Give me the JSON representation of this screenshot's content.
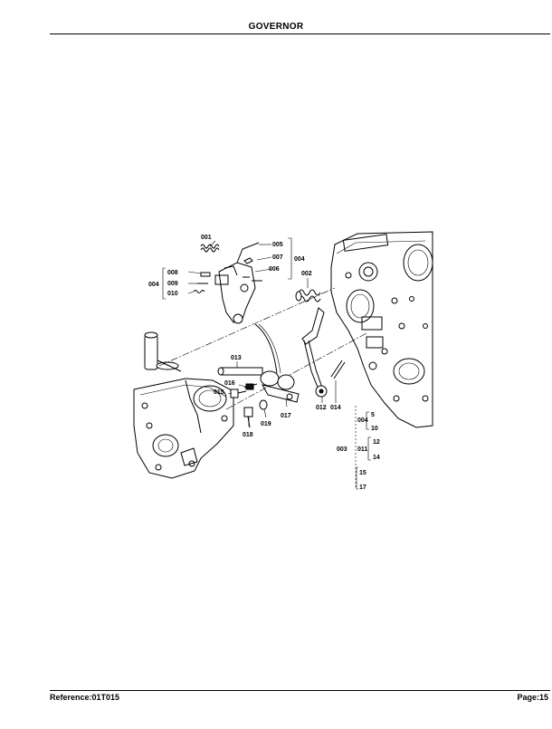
{
  "header": {
    "title": "GOVERNOR"
  },
  "footer": {
    "reference": "Reference:01T015",
    "page": "Page:15"
  },
  "callouts": {
    "c001": "001",
    "c002": "002",
    "c004": "004",
    "c004b": "004",
    "c005": "005",
    "c006": "006",
    "c007": "007",
    "c008": "008",
    "c009": "009",
    "c010": "010",
    "c012": "012",
    "c013": "013",
    "c014": "014",
    "c015": "015",
    "c016": "016",
    "c017": "017",
    "c018": "018",
    "c019": "019"
  },
  "legend": {
    "g1_parent": "004",
    "g1_a": "5",
    "g1_b": "10",
    "g2_parent": "003",
    "g2_mid": "011",
    "g2_a": "12",
    "g2_b": "14",
    "g3_a": "15",
    "g3_b": "17"
  }
}
